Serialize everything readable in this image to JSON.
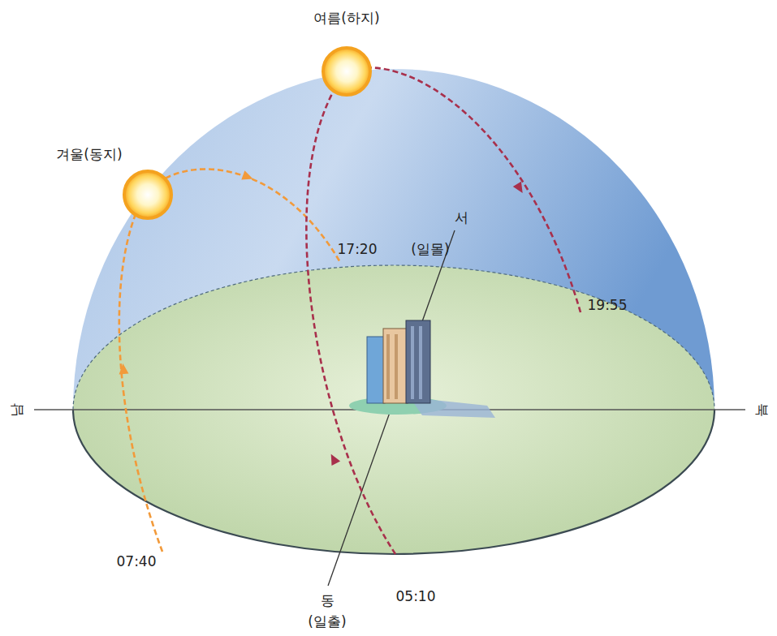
{
  "diagram": {
    "labels": [
      "여름(하지)",
      "겨울(동지)",
      "서",
      "17:20",
      "(일몰)",
      "19:55",
      "남",
      "북",
      "07:40",
      "동",
      "05:10",
      "(일출)"
    ]
  }
}
